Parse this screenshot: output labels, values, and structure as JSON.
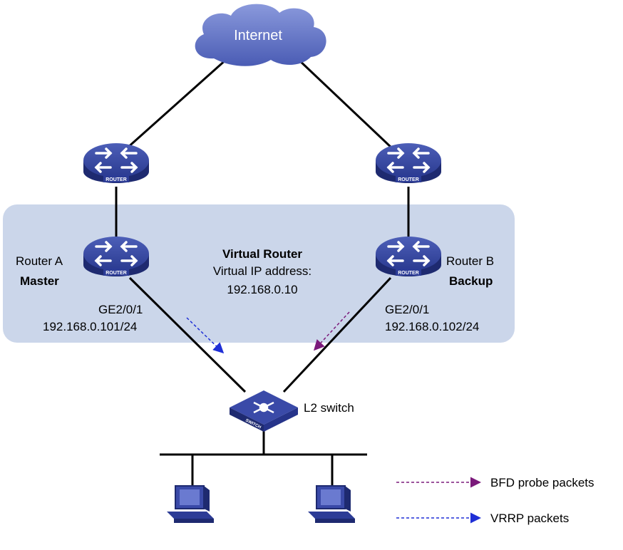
{
  "internet": {
    "label": "Internet"
  },
  "virtual_router": {
    "title": "Virtual Router",
    "line1": "Virtual IP address:",
    "line2": "192.168.0.10"
  },
  "router_a": {
    "name": "Router A",
    "role": "Master",
    "interface": "GE2/0/1",
    "ip": "192.168.0.101/24"
  },
  "router_b": {
    "name": "Router B",
    "role": "Backup",
    "interface": "GE2/0/1",
    "ip": "192.168.0.102/24"
  },
  "router_badge": "ROUTER",
  "switch": {
    "label": "L2 switch",
    "badge": "SWITCH"
  },
  "legend": {
    "bfd": {
      "label": "BFD probe packets",
      "color": "#7b1a7b"
    },
    "vrrp": {
      "label": "VRRP packets",
      "color": "#1f2fd6"
    }
  },
  "colors": {
    "device_blue": "#2c3c96",
    "device_dark": "#1e2a70",
    "region_fill": "#cbd6ea",
    "cloud": "#5a6cc2"
  }
}
